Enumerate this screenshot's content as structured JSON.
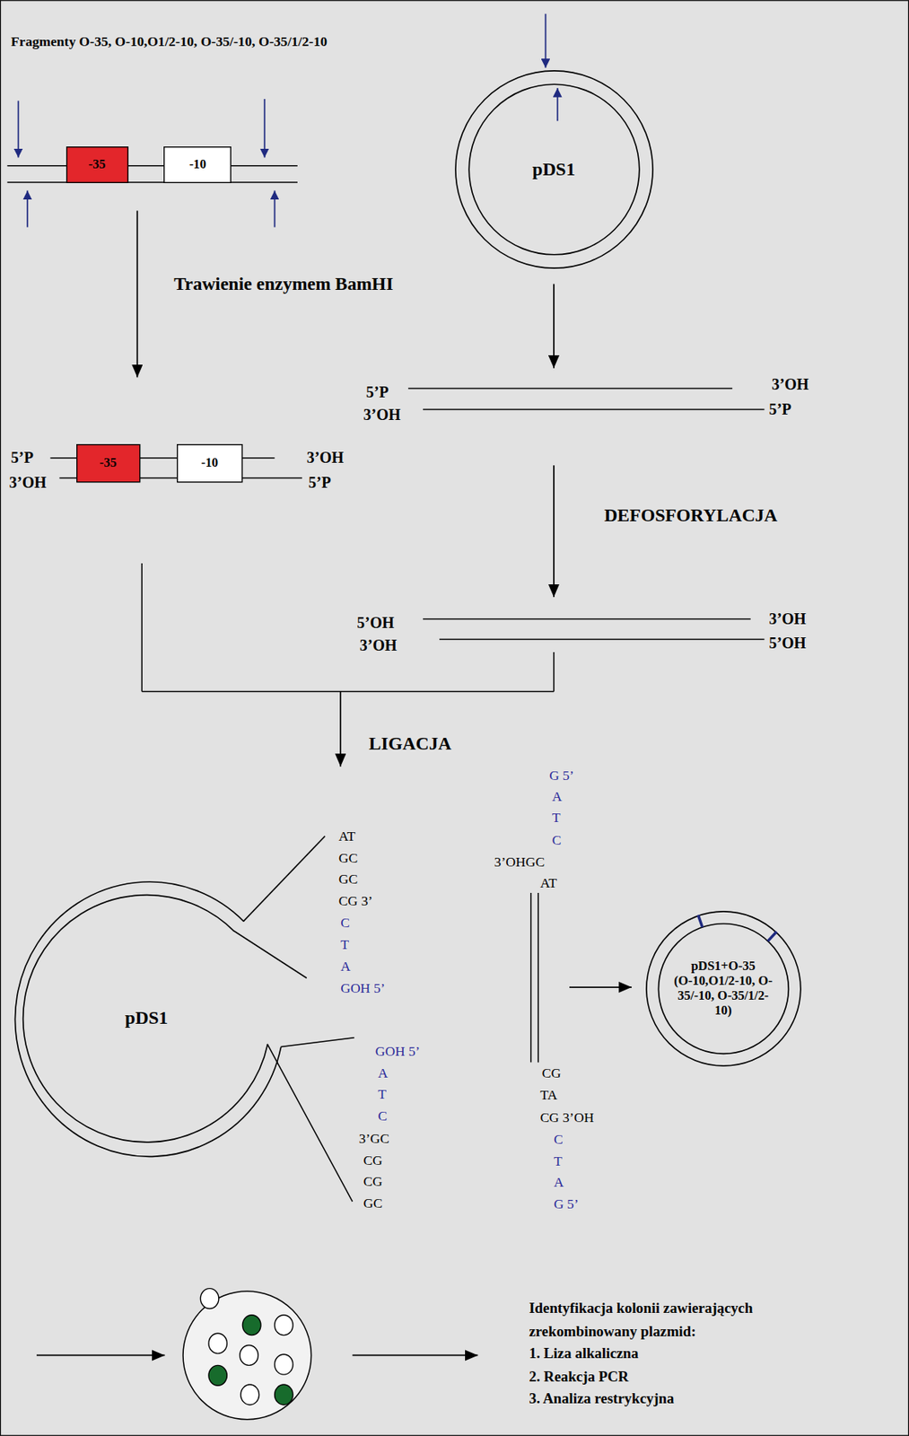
{
  "diagram": {
    "nodes": [
      {
        "text": [
          "-35"
        ]
      },
      {
        "text": [
          "-10"
        ]
      },
      {
        "text": [
          "pDS1"
        ]
      },
      {
        "text": [
          "-35"
        ]
      },
      {
        "text": [
          "-10"
        ]
      },
      {
        "text": [
          "pDS1"
        ]
      },
      {
        "text": [
          "pDS1+O-35",
          "(O-10,O1/2-10, O-35/-10, O-35/1/2-10)"
        ]
      }
    ],
    "labels": [
      "Fragmenty O-35, O-10,O1/2-10, O-35/-10, O-35/1/2-10",
      "Trawienie enzymem BamHI",
      "5’P",
      "3’OH",
      "3’OH",
      "5’P",
      "5’P",
      "3’OH",
      "3’OH",
      "5’P",
      "DEFOSFORYLACJA",
      "5’OH",
      "3’OH",
      "3’OH",
      "5’OH",
      "LIGACJA",
      "AT",
      "GC",
      "GC",
      "CG 3’",
      "C",
      "T",
      "A",
      "GOH 5’",
      "G 5’",
      "A",
      "T",
      "C",
      "3’OHGC",
      "AT",
      "GOH 5’",
      "A",
      "T",
      "C",
      "3’GC",
      "CG",
      "CG",
      "GC",
      "CG",
      "TA",
      "CG 3’OH",
      "C",
      "T",
      "A",
      "G 5’",
      "Identyfikacja kolonii zawierających zrekombinowany plazmid:",
      "1. Liza alkaliczna",
      "2. Reakcja PCR",
      "3. Analiza restrykcyjna"
    ]
  }
}
